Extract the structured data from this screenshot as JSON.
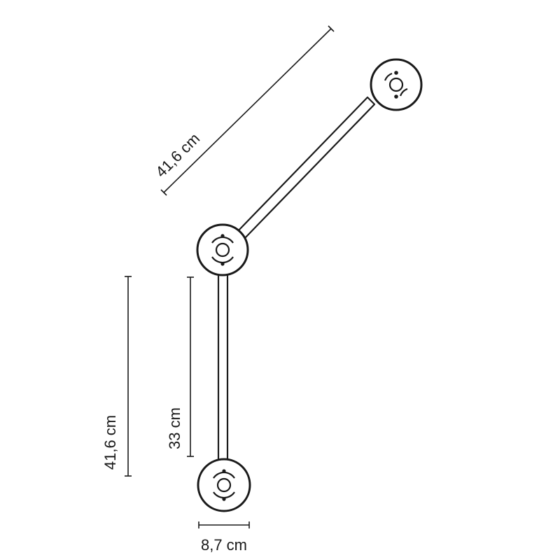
{
  "dimensions": {
    "diagonal_length": "41,6 cm",
    "total_height": "41,6 cm",
    "arm_height": "33 cm",
    "base_diameter": "8,7 cm"
  },
  "colors": {
    "line": "#1a1a1a",
    "background": "#ffffff"
  }
}
